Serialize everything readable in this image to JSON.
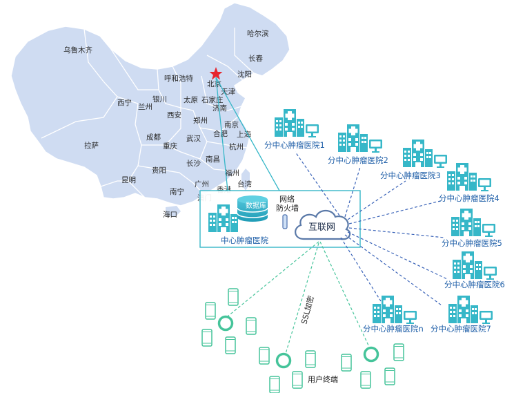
{
  "map": {
    "cities": [
      {
        "id": "harbin",
        "name": "哈尔滨"
      },
      {
        "id": "urumqi",
        "name": "乌鲁木齐"
      },
      {
        "id": "changchun",
        "name": "长春"
      },
      {
        "id": "hohhot",
        "name": "呼和浩特"
      },
      {
        "id": "beijing",
        "name": "北京"
      },
      {
        "id": "shenyang",
        "name": "沈阳"
      },
      {
        "id": "tianjin",
        "name": "天津"
      },
      {
        "id": "yinchuan",
        "name": "银川"
      },
      {
        "id": "taiyuan",
        "name": "太原"
      },
      {
        "id": "shijiazhuang",
        "name": "石家庄"
      },
      {
        "id": "xining",
        "name": "西宁"
      },
      {
        "id": "lanzhou",
        "name": "兰州"
      },
      {
        "id": "jinan",
        "name": "济南"
      },
      {
        "id": "xian",
        "name": "西安"
      },
      {
        "id": "zhengzhou",
        "name": "郑州"
      },
      {
        "id": "nanjing",
        "name": "南京"
      },
      {
        "id": "hefei",
        "name": "合肥"
      },
      {
        "id": "shanghai",
        "name": "上海"
      },
      {
        "id": "chengdu",
        "name": "成都"
      },
      {
        "id": "wuhan",
        "name": "武汉"
      },
      {
        "id": "lhasa",
        "name": "拉萨"
      },
      {
        "id": "chongqing",
        "name": "重庆"
      },
      {
        "id": "hangzhou",
        "name": "杭州"
      },
      {
        "id": "changsha",
        "name": "长沙"
      },
      {
        "id": "nanchang",
        "name": "南昌"
      },
      {
        "id": "guiyang",
        "name": "贵阳"
      },
      {
        "id": "fuzhou",
        "name": "福州"
      },
      {
        "id": "kunming",
        "name": "昆明"
      },
      {
        "id": "guangzhou",
        "name": "广州"
      },
      {
        "id": "taiwan",
        "name": "台湾"
      },
      {
        "id": "nanning",
        "name": "南宁"
      },
      {
        "id": "hongkong",
        "name": "香港"
      },
      {
        "id": "macau",
        "name": "澳门"
      },
      {
        "id": "haikou",
        "name": "海口"
      }
    ]
  },
  "center": {
    "hospital_label": "中心肿瘤医院",
    "database_label": "数据库",
    "firewall_label_line1": "网络",
    "firewall_label_line2": "防火墙",
    "internet_label": "互联网"
  },
  "branches": [
    {
      "label": "分中心肿瘤医院1"
    },
    {
      "label": "分中心肿瘤医院2"
    },
    {
      "label": "分中心肿瘤医院3"
    },
    {
      "label": "分中心肿瘤医院4"
    },
    {
      "label": "分中心肿瘤医院5"
    },
    {
      "label": "分中心肿瘤医院6"
    },
    {
      "label": "分中心肿瘤医院7"
    },
    {
      "label": "分中心肿瘤医院n"
    }
  ],
  "users": {
    "ssl_label": "SSL加密",
    "terminal_label": "用户终端"
  },
  "colors": {
    "map_fill": "#cfdcf2",
    "map_stroke": "#ffffff",
    "teal": "#36b7c8",
    "blue_dash": "#3a63b8",
    "green_dash": "#45c49a",
    "label_blue": "#1f5fa8",
    "star": "#e6262e",
    "cloud_stroke": "#5a79a8"
  }
}
